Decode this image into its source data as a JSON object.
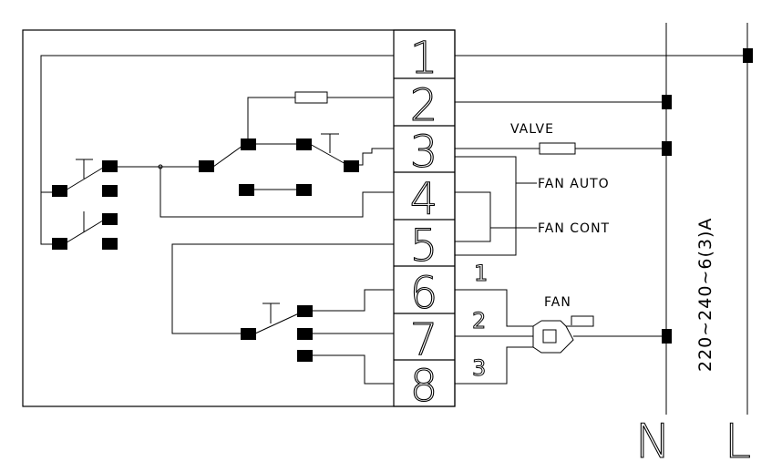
{
  "terminals": [
    "1",
    "2",
    "3",
    "4",
    "5",
    "6",
    "7",
    "8"
  ],
  "labels": {
    "valve": "VALVE",
    "fan_auto": "FAN AUTO",
    "fan_cont": "FAN CONT",
    "fan": "FAN"
  },
  "fan_speeds": [
    "1",
    "2",
    "3"
  ],
  "supply_rating": "220~240~6(3)A",
  "lines": {
    "neutral": "N",
    "live": "L"
  }
}
